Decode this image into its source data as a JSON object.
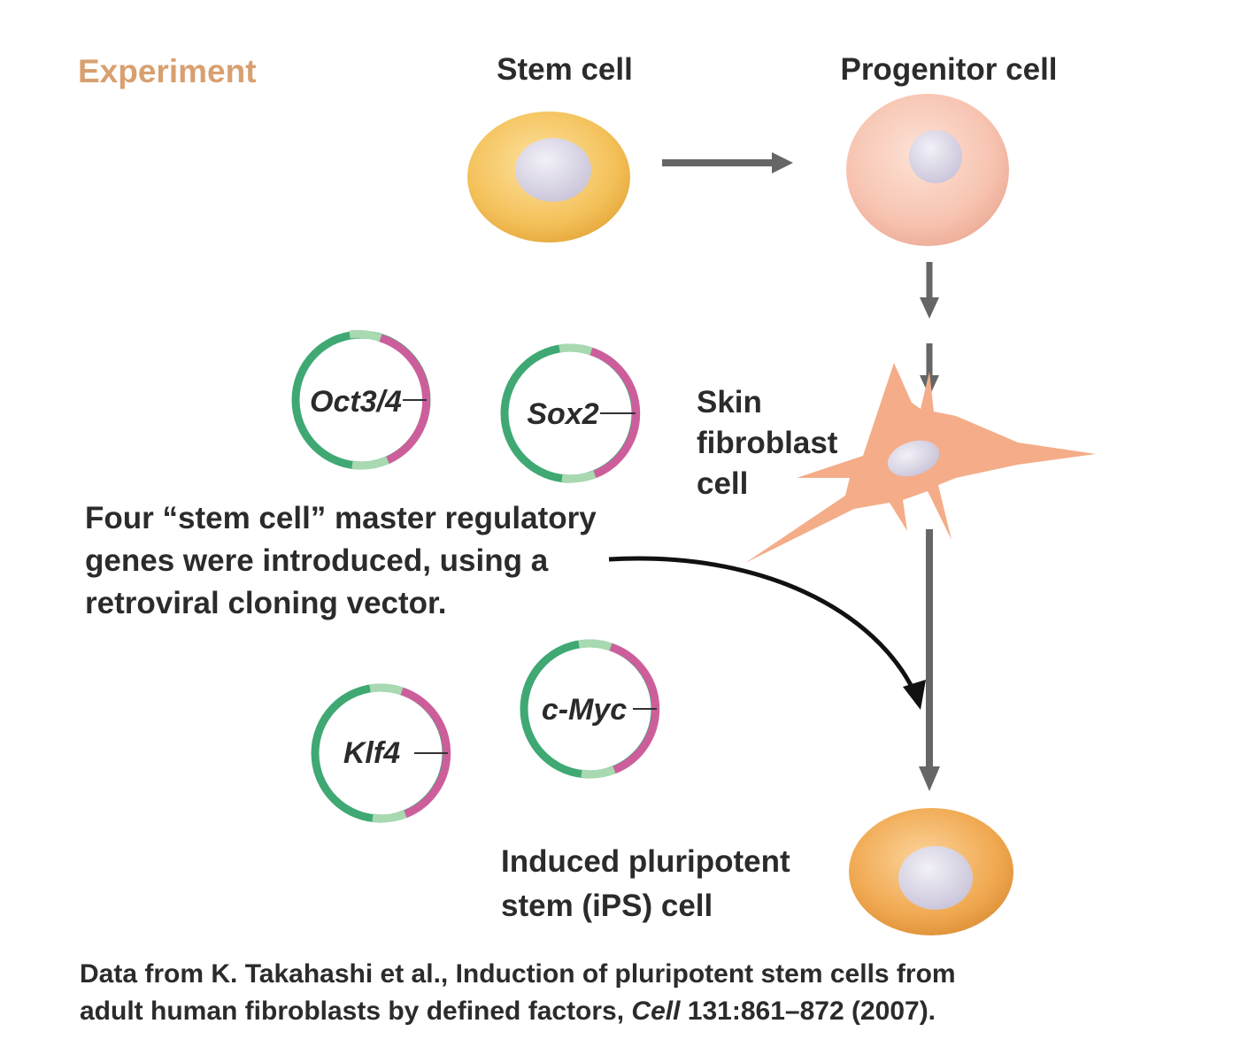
{
  "section_label": "Experiment",
  "cells": {
    "stem": {
      "label": "Stem cell"
    },
    "progenitor": {
      "label": "Progenitor cell"
    },
    "fibroblast": {
      "line1": "Skin",
      "line2": "fibroblast",
      "line3": "cell"
    },
    "ips": {
      "line1": "Induced pluripotent",
      "line2": "stem (iPS) cell"
    }
  },
  "genes": [
    "Oct3/4",
    "Sox2",
    "c-Myc",
    "Klf4"
  ],
  "description": {
    "line1": "Four “stem cell” master regulatory",
    "line2": "genes were introduced, using a",
    "line3": "retroviral cloning vector."
  },
  "citation": {
    "line1": "Data from K. Takahashi et al., Induction of pluripotent stem cells from",
    "line2_pre": "adult human fibroblasts by defined factors, ",
    "line2_journal": "Cell",
    "line2_post": " 131:861–872 (2007)."
  },
  "colors": {
    "stem_cell": "#f4c15a",
    "progenitor_cell": "#f7c3b0",
    "fibroblast_cell": "#f4ad88",
    "ips_cell": "#f0a850",
    "nucleus": "#d7d3e3",
    "plasmid_green": "#3fa873",
    "plasmid_pink": "#cc5f9b",
    "arrow_gray": "#666666",
    "label_orange": "#d8a070"
  }
}
